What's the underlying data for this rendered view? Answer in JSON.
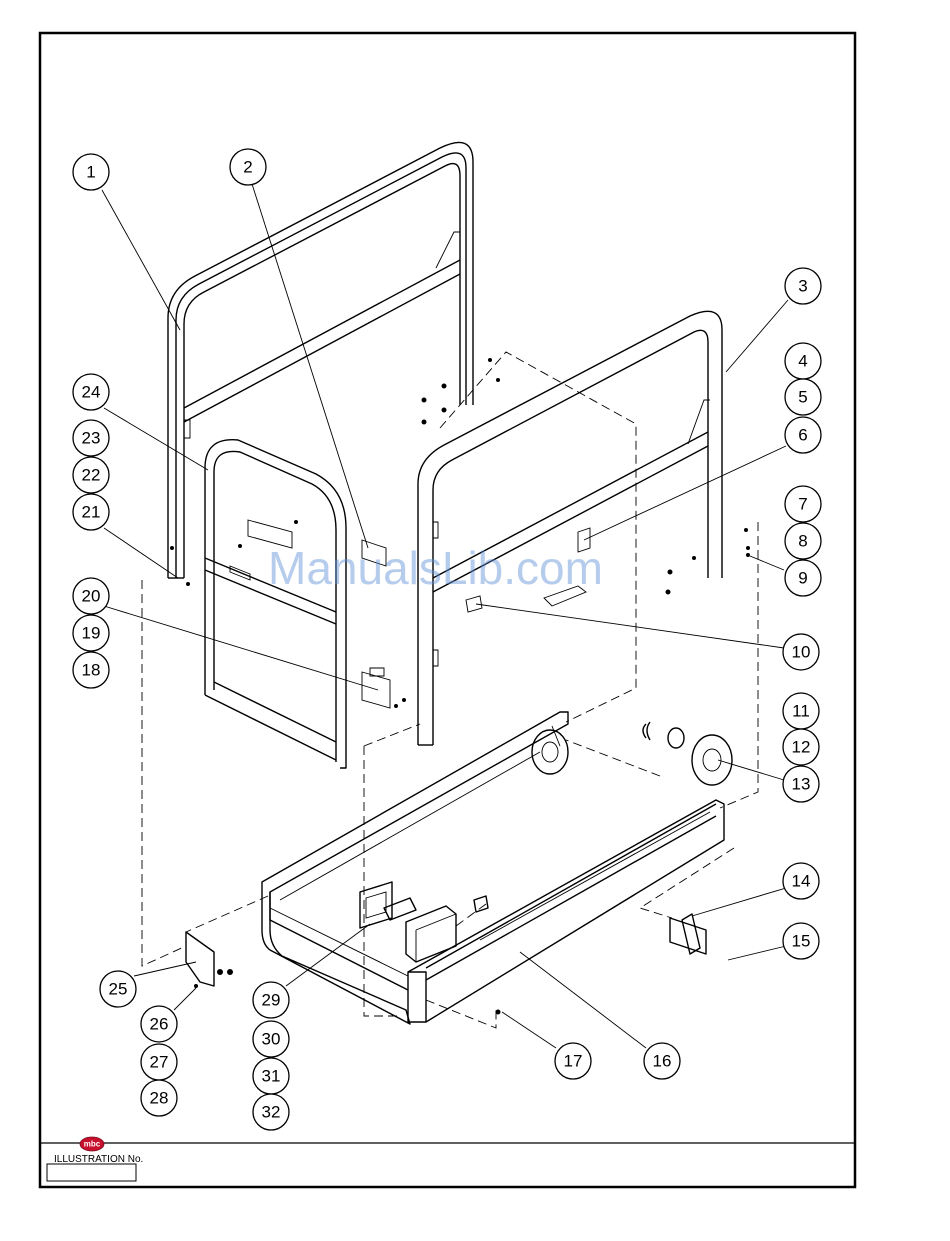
{
  "watermark": "ManualsLib.com",
  "logo": {
    "text": "mbc",
    "color": "#c8102e"
  },
  "title_block": {
    "label": "ILLUSTRATION No.",
    "value": ""
  },
  "callouts": [
    "1",
    "2",
    "3",
    "4",
    "5",
    "6",
    "7",
    "8",
    "9",
    "10",
    "11",
    "12",
    "13",
    "14",
    "15",
    "16",
    "17",
    "18",
    "19",
    "20",
    "21",
    "22",
    "23",
    "24",
    "25",
    "26",
    "27",
    "28",
    "29",
    "30",
    "31",
    "32"
  ]
}
